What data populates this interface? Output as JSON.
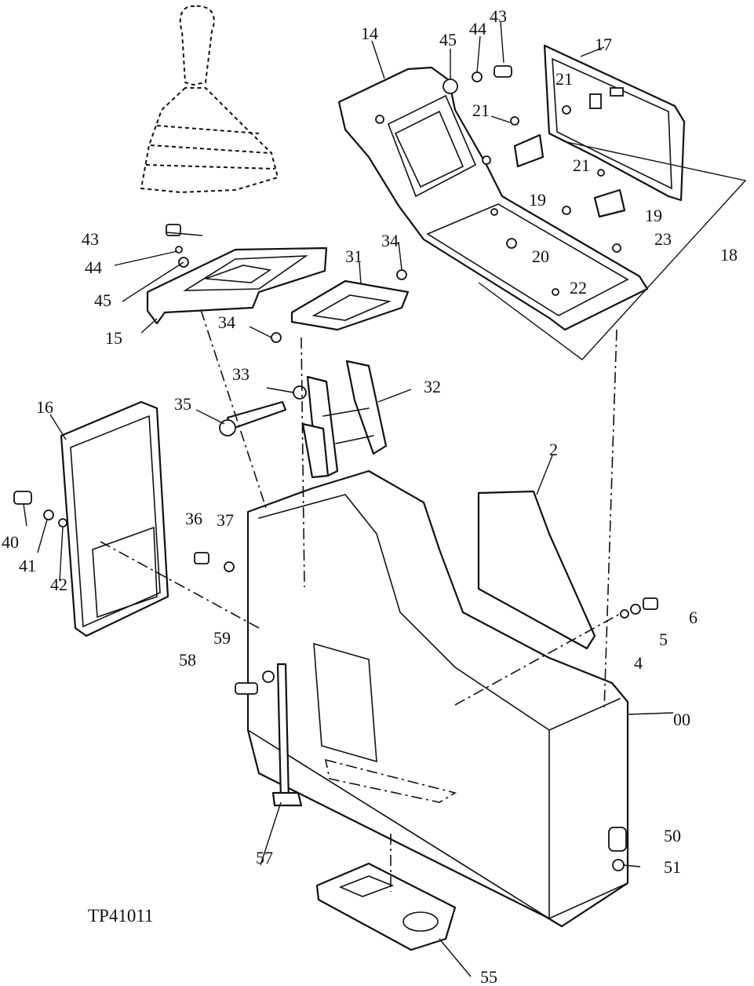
{
  "figure_id": "TP41011",
  "callouts": [
    {
      "key": "c43a",
      "text": "43"
    },
    {
      "key": "c44a",
      "text": "44"
    },
    {
      "key": "c45a",
      "text": "45"
    },
    {
      "key": "c14",
      "text": "14"
    },
    {
      "key": "c17",
      "text": "17"
    },
    {
      "key": "c21a",
      "text": "21"
    },
    {
      "key": "c21b",
      "text": "21"
    },
    {
      "key": "c21c",
      "text": "21"
    },
    {
      "key": "c19a",
      "text": "19"
    },
    {
      "key": "c19b",
      "text": "19"
    },
    {
      "key": "c23",
      "text": "23"
    },
    {
      "key": "c20",
      "text": "20"
    },
    {
      "key": "c18",
      "text": "18"
    },
    {
      "key": "c22",
      "text": "22"
    },
    {
      "key": "c43b",
      "text": "43"
    },
    {
      "key": "c44b",
      "text": "44"
    },
    {
      "key": "c45b",
      "text": "45"
    },
    {
      "key": "c31",
      "text": "31"
    },
    {
      "key": "c34a",
      "text": "34"
    },
    {
      "key": "c34b",
      "text": "34"
    },
    {
      "key": "c15",
      "text": "15"
    },
    {
      "key": "c33",
      "text": "33"
    },
    {
      "key": "c32",
      "text": "32"
    },
    {
      "key": "c35",
      "text": "35"
    },
    {
      "key": "c16",
      "text": "16"
    },
    {
      "key": "c2",
      "text": "2"
    },
    {
      "key": "c36",
      "text": "36"
    },
    {
      "key": "c37",
      "text": "37"
    },
    {
      "key": "c40",
      "text": "40"
    },
    {
      "key": "c41",
      "text": "41"
    },
    {
      "key": "c42",
      "text": "42"
    },
    {
      "key": "c6",
      "text": "6"
    },
    {
      "key": "c5",
      "text": "5"
    },
    {
      "key": "c4",
      "text": "4"
    },
    {
      "key": "c59",
      "text": "59"
    },
    {
      "key": "c58",
      "text": "58"
    },
    {
      "key": "c00",
      "text": "00"
    },
    {
      "key": "c57",
      "text": "57"
    },
    {
      "key": "c50",
      "text": "50"
    },
    {
      "key": "c51",
      "text": "51"
    },
    {
      "key": "c55",
      "text": "55"
    }
  ]
}
